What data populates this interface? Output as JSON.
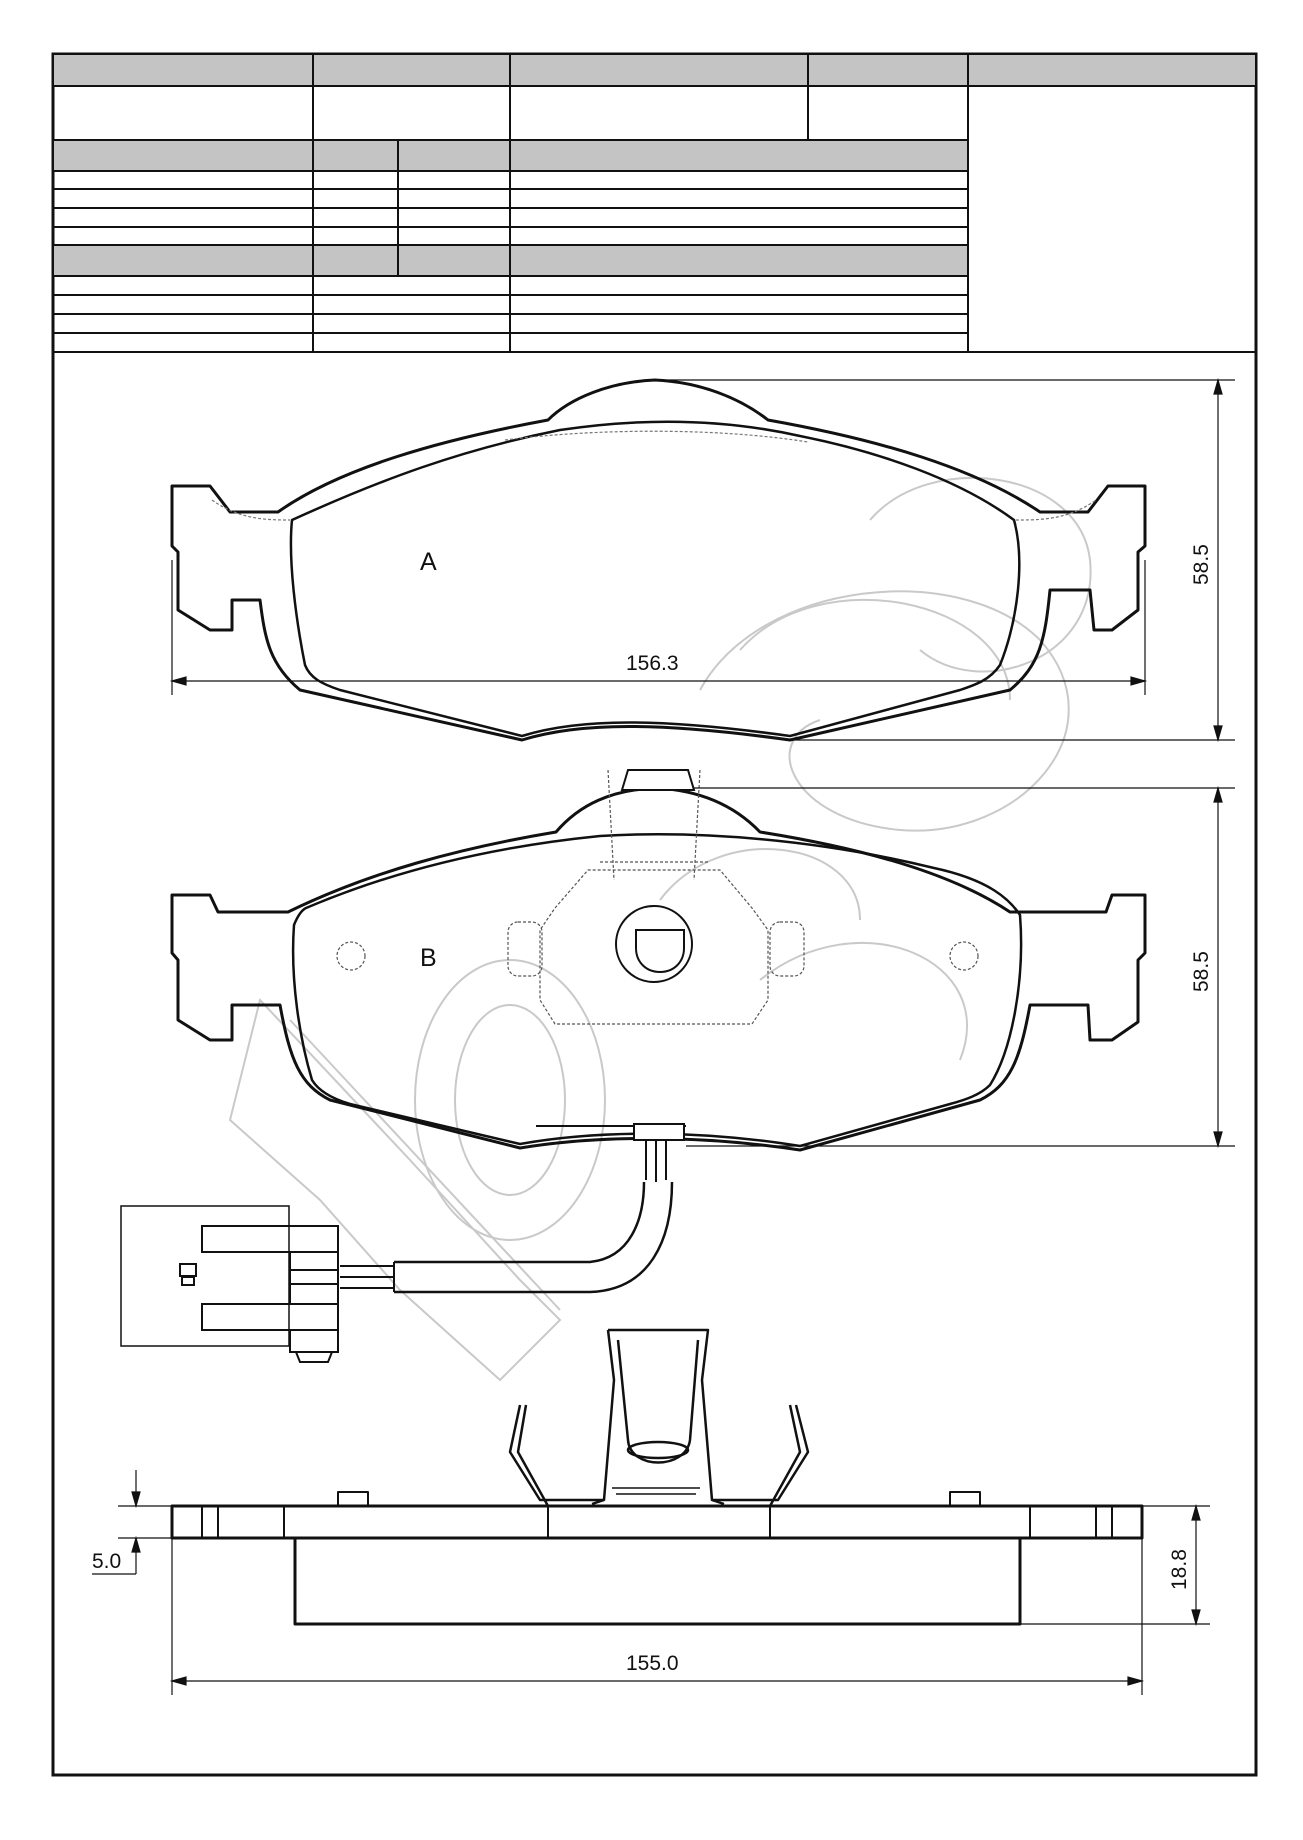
{
  "labels": {
    "pad_a": "A",
    "pad_b": "B"
  },
  "dimensions": {
    "width_a": "156.3",
    "height_a": "58.5",
    "height_b": "58.5",
    "thickness_total": "18.8",
    "backplate": "5.0",
    "width_side": "155.0"
  },
  "colors": {
    "line": "#111111",
    "header_fill": "#c4c4c4",
    "watermark": "#bdbdbd",
    "hidden": "#666666"
  }
}
